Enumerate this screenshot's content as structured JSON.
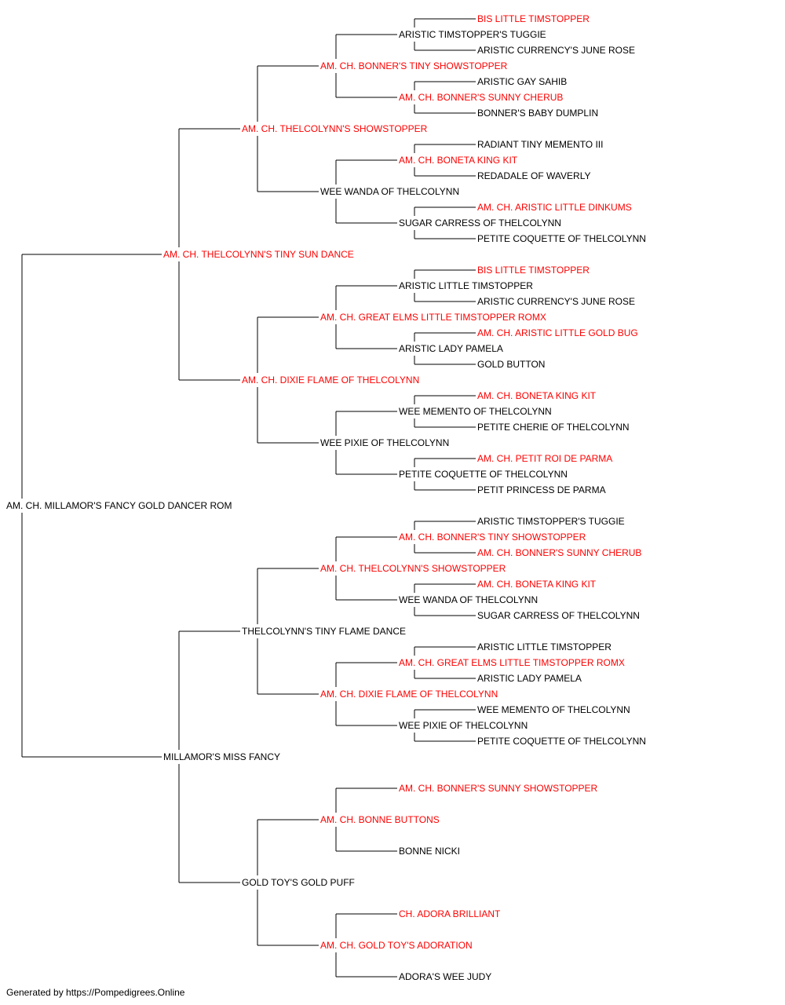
{
  "colors": {
    "champion": "#ff0000",
    "regular": "#000000",
    "line": "#000000"
  },
  "pedigree": {
    "name": "AM. CH. MILLAMOR'S FANCY GOLD DANCER ROM",
    "champion": false,
    "sire": {
      "name": "AM. CH. THELCOLYNN'S TINY SUN DANCE",
      "champion": true,
      "sire": {
        "name": "AM. CH. THELCOLYNN'S SHOWSTOPPER",
        "champion": true,
        "sire": {
          "name": "AM. CH. BONNER'S TINY SHOWSTOPPER",
          "champion": true,
          "sire": {
            "name": "ARISTIC TIMSTOPPER'S TUGGIE",
            "champion": false,
            "sire": {
              "name": "BIS LITTLE TIMSTOPPER",
              "champion": true
            },
            "dam": {
              "name": "ARISTIC CURRENCY'S JUNE ROSE",
              "champion": false
            }
          },
          "dam": {
            "name": "AM. CH. BONNER'S SUNNY CHERUB",
            "champion": true,
            "sire": {
              "name": "ARISTIC GAY SAHIB",
              "champion": false
            },
            "dam": {
              "name": "BONNER'S BABY DUMPLIN",
              "champion": false
            }
          }
        },
        "dam": {
          "name": "WEE WANDA OF THELCOLYNN",
          "champion": false,
          "sire": {
            "name": "AM. CH. BONETA KING KIT",
            "champion": true,
            "sire": {
              "name": "RADIANT TINY MEMENTO III",
              "champion": false
            },
            "dam": {
              "name": "REDADALE OF WAVERLY",
              "champion": false
            }
          },
          "dam": {
            "name": "SUGAR CARRESS OF THELCOLYNN",
            "champion": false,
            "sire": {
              "name": "AM. CH. ARISTIC LITTLE DINKUMS",
              "champion": true
            },
            "dam": {
              "name": "PETITE COQUETTE OF THELCOLYNN",
              "champion": false
            }
          }
        }
      },
      "dam": {
        "name": "AM. CH. DIXIE FLAME OF THELCOLYNN",
        "champion": true,
        "sire": {
          "name": "AM. CH. GREAT ELMS LITTLE TIMSTOPPER ROMX",
          "champion": true,
          "sire": {
            "name": "ARISTIC LITTLE TIMSTOPPER",
            "champion": false,
            "sire": {
              "name": "BIS LITTLE TIMSTOPPER",
              "champion": true
            },
            "dam": {
              "name": "ARISTIC CURRENCY'S JUNE ROSE",
              "champion": false
            }
          },
          "dam": {
            "name": "ARISTIC LADY PAMELA",
            "champion": false,
            "sire": {
              "name": "AM. CH. ARISTIC LITTLE GOLD BUG",
              "champion": true
            },
            "dam": {
              "name": "GOLD BUTTON",
              "champion": false
            }
          }
        },
        "dam": {
          "name": "WEE PIXIE OF THELCOLYNN",
          "champion": false,
          "sire": {
            "name": "WEE MEMENTO OF THELCOLYNN",
            "champion": false,
            "sire": {
              "name": "AM. CH. BONETA KING KIT",
              "champion": true
            },
            "dam": {
              "name": "PETITE CHERIE OF THELCOLYNN",
              "champion": false
            }
          },
          "dam": {
            "name": "PETITE COQUETTE OF THELCOLYNN",
            "champion": false,
            "sire": {
              "name": "AM. CH. PETIT ROI DE PARMA",
              "champion": true
            },
            "dam": {
              "name": "PETIT PRINCESS DE PARMA",
              "champion": false
            }
          }
        }
      }
    },
    "dam": {
      "name": "MILLAMOR'S MISS FANCY",
      "champion": false,
      "sire": {
        "name": "THELCOLYNN'S TINY FLAME DANCE",
        "champion": false,
        "sire": {
          "name": "AM. CH. THELCOLYNN'S SHOWSTOPPER",
          "champion": true,
          "sire": {
            "name": "AM. CH. BONNER'S TINY SHOWSTOPPER",
            "champion": true,
            "sire": {
              "name": "ARISTIC TIMSTOPPER'S TUGGIE",
              "champion": false
            },
            "dam": {
              "name": "AM. CH. BONNER'S SUNNY CHERUB",
              "champion": true
            }
          },
          "dam": {
            "name": "WEE WANDA OF THELCOLYNN",
            "champion": false,
            "sire": {
              "name": "AM. CH. BONETA KING KIT",
              "champion": true
            },
            "dam": {
              "name": "SUGAR CARRESS OF THELCOLYNN",
              "champion": false
            }
          }
        },
        "dam": {
          "name": "AM. CH. DIXIE FLAME OF THELCOLYNN",
          "champion": true,
          "sire": {
            "name": "AM. CH. GREAT ELMS LITTLE TIMSTOPPER ROMX",
            "champion": true,
            "sire": {
              "name": "ARISTIC LITTLE TIMSTOPPER",
              "champion": false
            },
            "dam": {
              "name": "ARISTIC LADY PAMELA",
              "champion": false
            }
          },
          "dam": {
            "name": "WEE PIXIE OF THELCOLYNN",
            "champion": false,
            "sire": {
              "name": "WEE MEMENTO OF THELCOLYNN",
              "champion": false
            },
            "dam": {
              "name": "PETITE COQUETTE OF THELCOLYNN",
              "champion": false
            }
          }
        }
      },
      "dam": {
        "name": "GOLD TOY'S GOLD PUFF",
        "champion": false,
        "sire": {
          "name": "AM. CH. BONNE BUTTONS",
          "champion": true,
          "sire": {
            "name": "AM. CH. BONNER'S SUNNY SHOWSTOPPER",
            "champion": true
          },
          "dam": {
            "name": "BONNE NICKI",
            "champion": false
          }
        },
        "dam": {
          "name": "AM. CH. GOLD TOY'S ADORATION",
          "champion": true,
          "sire": {
            "name": "CH. ADORA BRILLIANT",
            "champion": true
          },
          "dam": {
            "name": "ADORA'S WEE JUDY",
            "champion": false
          }
        }
      }
    }
  },
  "footer": "Generated by https://Pompedigrees.Online"
}
